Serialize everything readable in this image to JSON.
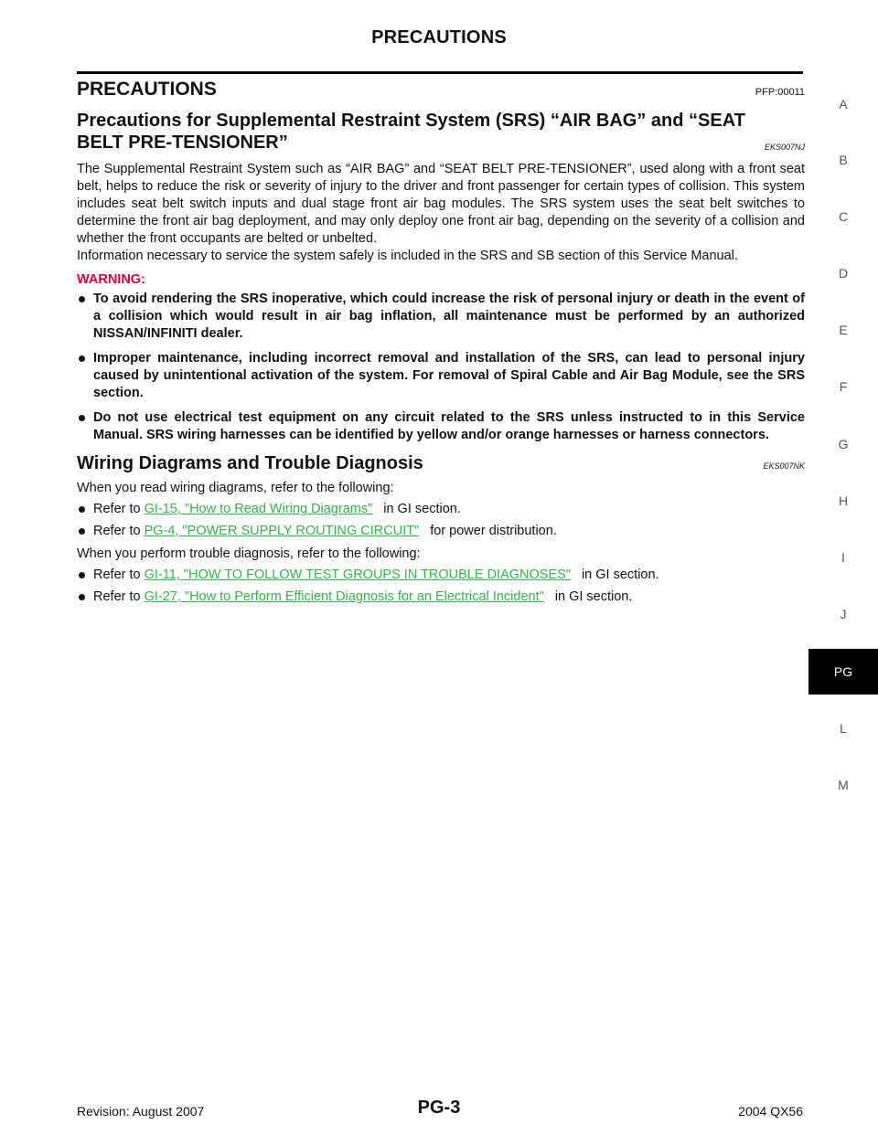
{
  "header": {
    "title": "PRECAUTIONS"
  },
  "section": {
    "title": "PRECAUTIONS",
    "code": "PFP:00011"
  },
  "srs": {
    "title": "Precautions for Supplemental Restraint System (SRS) “AIR BAG” and “SEAT BELT PRE-TENSIONER”",
    "code": "EKS007NJ",
    "paragraph1": "The Supplemental Restraint System such as “AIR BAG” and “SEAT BELT PRE-TENSIONER”, used along with a front seat belt, helps to reduce the risk or severity of injury to the driver and front passenger for certain types of collision. This system includes seat belt switch inputs and dual stage front air bag modules. The SRS system uses the seat belt switches to determine the front air bag deployment, and may only deploy one front air bag, depending on the severity of a collision and whether the front occupants are belted or unbelted.",
    "paragraph2": "Information necessary to service the system safely is included in the SRS and SB section of this Service Manual.",
    "warning_label": "WARNING:",
    "warnings": [
      "To avoid rendering the SRS inoperative, which could increase the risk of personal injury or death in the event of a collision which would result in air bag inflation, all maintenance must be performed by an authorized NISSAN/INFINITI dealer.",
      "Improper maintenance, including incorrect removal and installation of the SRS, can lead to personal injury caused by unintentional activation of the system. For removal of Spiral Cable and Air Bag Module, see the SRS section.",
      "Do not use electrical test equipment on any circuit related to the SRS unless instructed to in this Service Manual. SRS wiring harnesses can be identified by yellow and/or orange harnesses or harness connectors."
    ]
  },
  "wiring": {
    "title": "Wiring Diagrams and Trouble Diagnosis",
    "code": "EKS007NK",
    "intro1": "When you read wiring diagrams, refer to the following:",
    "refs1": [
      {
        "prefix": "Refer to ",
        "link": "GI-15, \"How to Read Wiring Diagrams\"",
        "suffix": "in GI section."
      },
      {
        "prefix": "Refer to ",
        "link": "PG-4, \"POWER SUPPLY ROUTING CIRCUIT\"",
        "suffix": "for power distribution."
      }
    ],
    "intro2": "When you perform trouble diagnosis, refer to the following:",
    "refs2": [
      {
        "prefix": "Refer to ",
        "link": "GI-11, \"HOW TO FOLLOW TEST GROUPS IN TROUBLE DIAGNOSES\"",
        "suffix": "in GI section."
      },
      {
        "prefix": "Refer to ",
        "link": "GI-27, \"How to Perform Efficient Diagnosis for an Electrical Incident\"",
        "suffix": "in GI section."
      }
    ]
  },
  "side_tabs": [
    "A",
    "B",
    "C",
    "D",
    "E",
    "F",
    "G",
    "H",
    "I",
    "J",
    "PG",
    "L",
    "M"
  ],
  "footer": {
    "revision": "Revision: August 2007",
    "page": "PG-3",
    "model": "2004 QX56"
  },
  "colors": {
    "link": "#34b34a",
    "warning": "#e0003a"
  }
}
